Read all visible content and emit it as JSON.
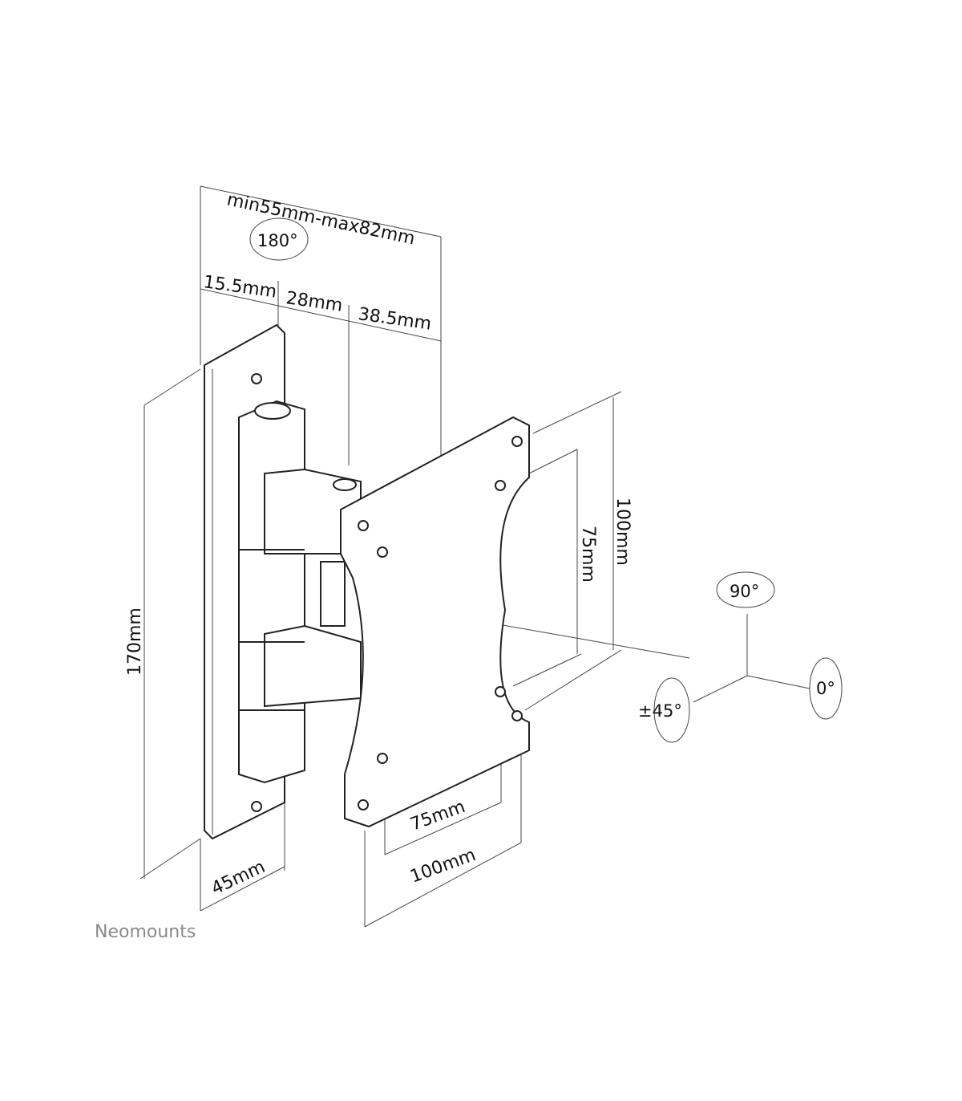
{
  "dimensions": {
    "depth_range": "min55mm-max82mm",
    "seg1": "15.5mm",
    "seg2": "28mm",
    "seg3": "38.5mm",
    "wall_plate_height": "170mm",
    "wall_plate_width": "45mm",
    "vesa_v_small": "75mm",
    "vesa_v_large": "100mm",
    "vesa_h_small": "75mm",
    "vesa_h_large": "100mm"
  },
  "rotations": {
    "swivel": "180°",
    "rotate": "90°",
    "level": "0°",
    "tilt": "±45°"
  },
  "brand": "Neomounts"
}
